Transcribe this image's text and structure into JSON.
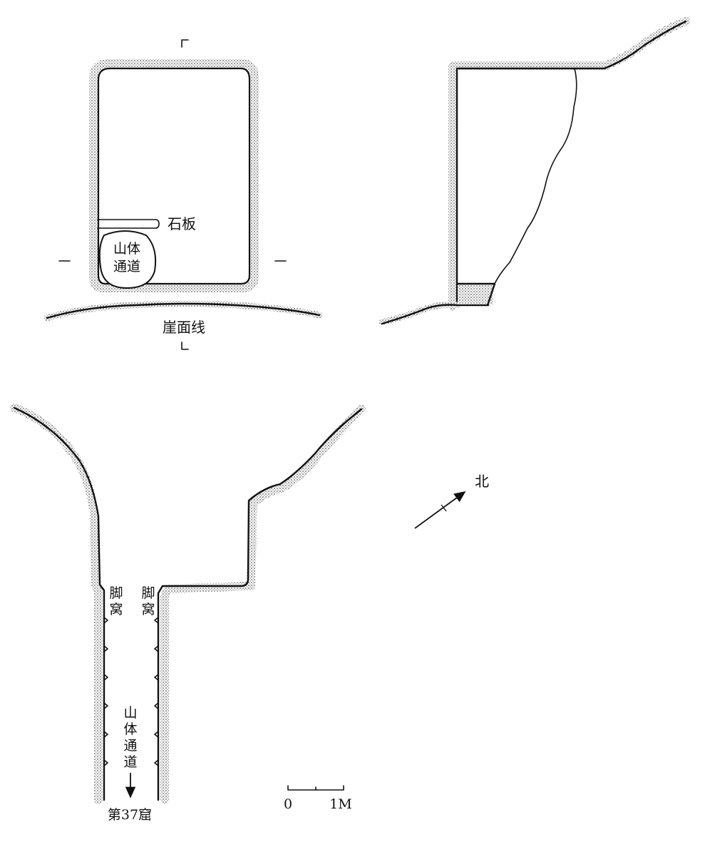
{
  "labels": {
    "stone_slab": "石板",
    "mountain_passage_1": "山体",
    "mountain_passage_2": "通道",
    "cliff_line": "崖面线",
    "north": "北",
    "foot_niche_chars": [
      "脚",
      "窝"
    ],
    "passage_vertical_chars": [
      "山",
      "体",
      "通",
      "道"
    ],
    "cave_target": "第37窟",
    "scale_zero": "0",
    "scale_one": "1M"
  },
  "section_markers": {
    "top": "┌",
    "bottom": "└",
    "left": "—",
    "right": "—"
  },
  "icons": [
    "north-arrow-icon",
    "down-arrow-icon"
  ]
}
